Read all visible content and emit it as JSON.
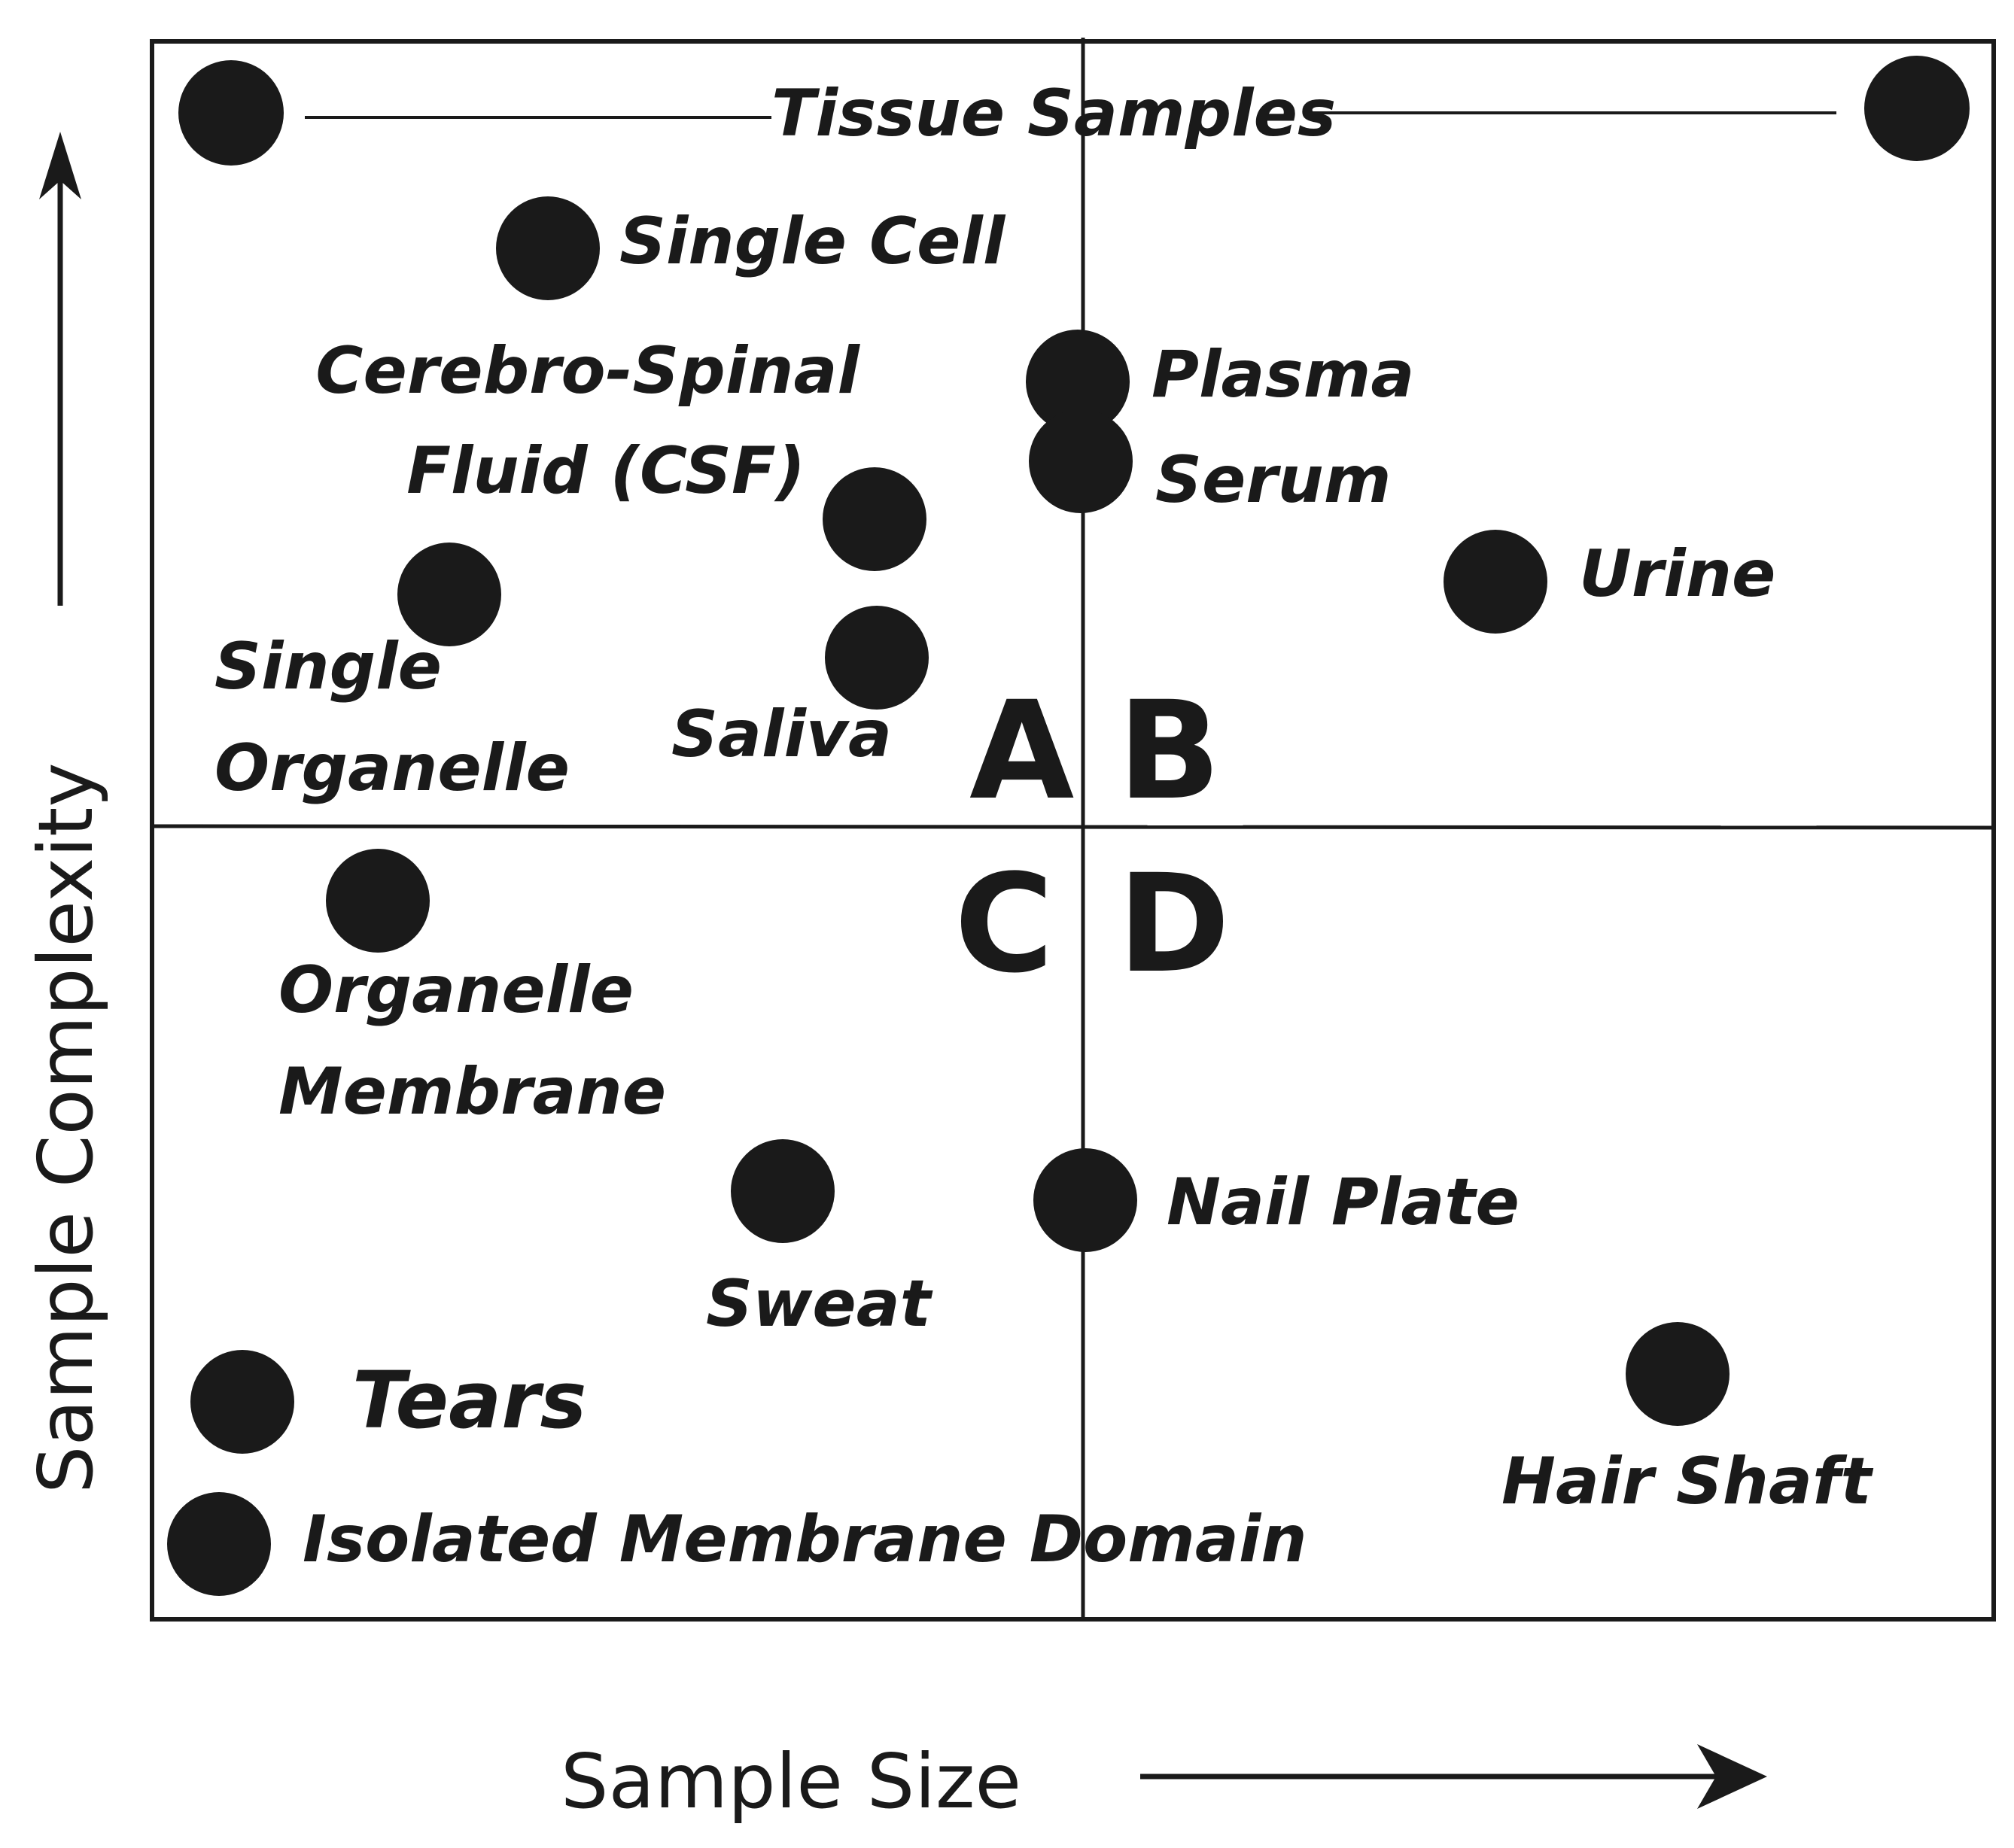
{
  "axes": {
    "x_label": "Sample Size",
    "y_label": "Sample Complexity"
  },
  "quadrants": [
    "A",
    "B",
    "C",
    "D"
  ],
  "tissue_label": "Tissue Samples",
  "samples": [
    {
      "id": "single-cell",
      "label": "Single Cell"
    },
    {
      "id": "csf",
      "label_lines": [
        "Cerebro-Spinal",
        "Fluid (CSF)"
      ]
    },
    {
      "id": "plasma",
      "label": "Plasma"
    },
    {
      "id": "serum",
      "label": "Serum"
    },
    {
      "id": "urine",
      "label": "Urine"
    },
    {
      "id": "single-organelle",
      "label_lines": [
        "Single",
        "Organelle"
      ]
    },
    {
      "id": "saliva",
      "label": "Saliva"
    },
    {
      "id": "organelle-membrane",
      "label_lines": [
        "Organelle",
        "Membrane"
      ]
    },
    {
      "id": "sweat",
      "label": "Sweat"
    },
    {
      "id": "nail-plate",
      "label": "Nail Plate"
    },
    {
      "id": "tears",
      "label": "Tears"
    },
    {
      "id": "isolated-membrane-domain",
      "label": "Isolated Membrane Domain"
    },
    {
      "id": "hair-shaft",
      "label": "Hair Shaft"
    }
  ],
  "colors": {
    "ink": "#1a1a1a",
    "background": "#ffffff"
  }
}
